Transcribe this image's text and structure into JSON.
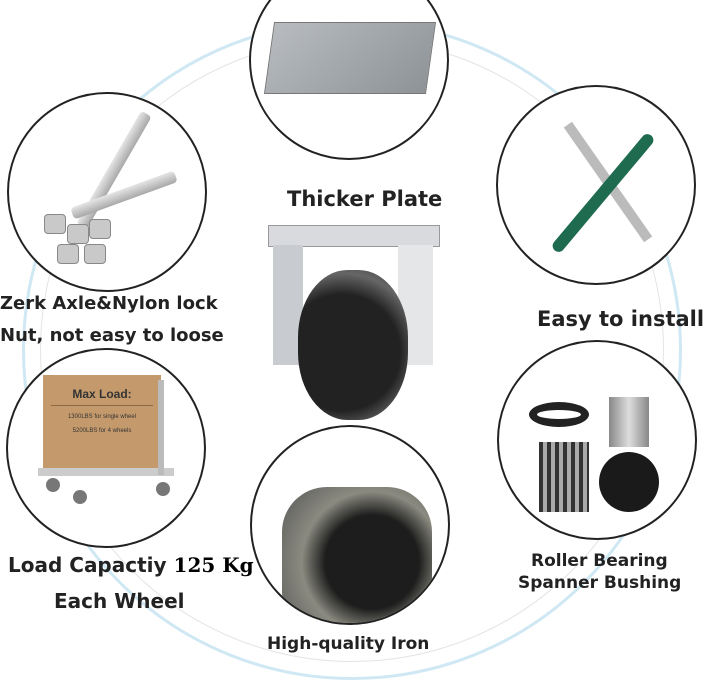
{
  "features": {
    "thicker_plate": "Thicker Plate",
    "axle_line1": "Zerk Axle&Nylon lock",
    "axle_line2": "Nut, not easy to loose",
    "easy_install": "Easy to install",
    "load_label": "Load Capactiy",
    "load_value": "125 Kg",
    "load_line2": "Each Wheel",
    "bearing_line1": "Roller Bearing",
    "bearing_line2": "Spanner Bushing",
    "iron": "High-quality Iron"
  },
  "box_text": {
    "title": "Max Load:",
    "line1": "1300LBS for single wheel",
    "line2": "5200LBS for 4 wheels"
  },
  "colors": {
    "ring": "#cfe8f3",
    "text": "#222222"
  }
}
